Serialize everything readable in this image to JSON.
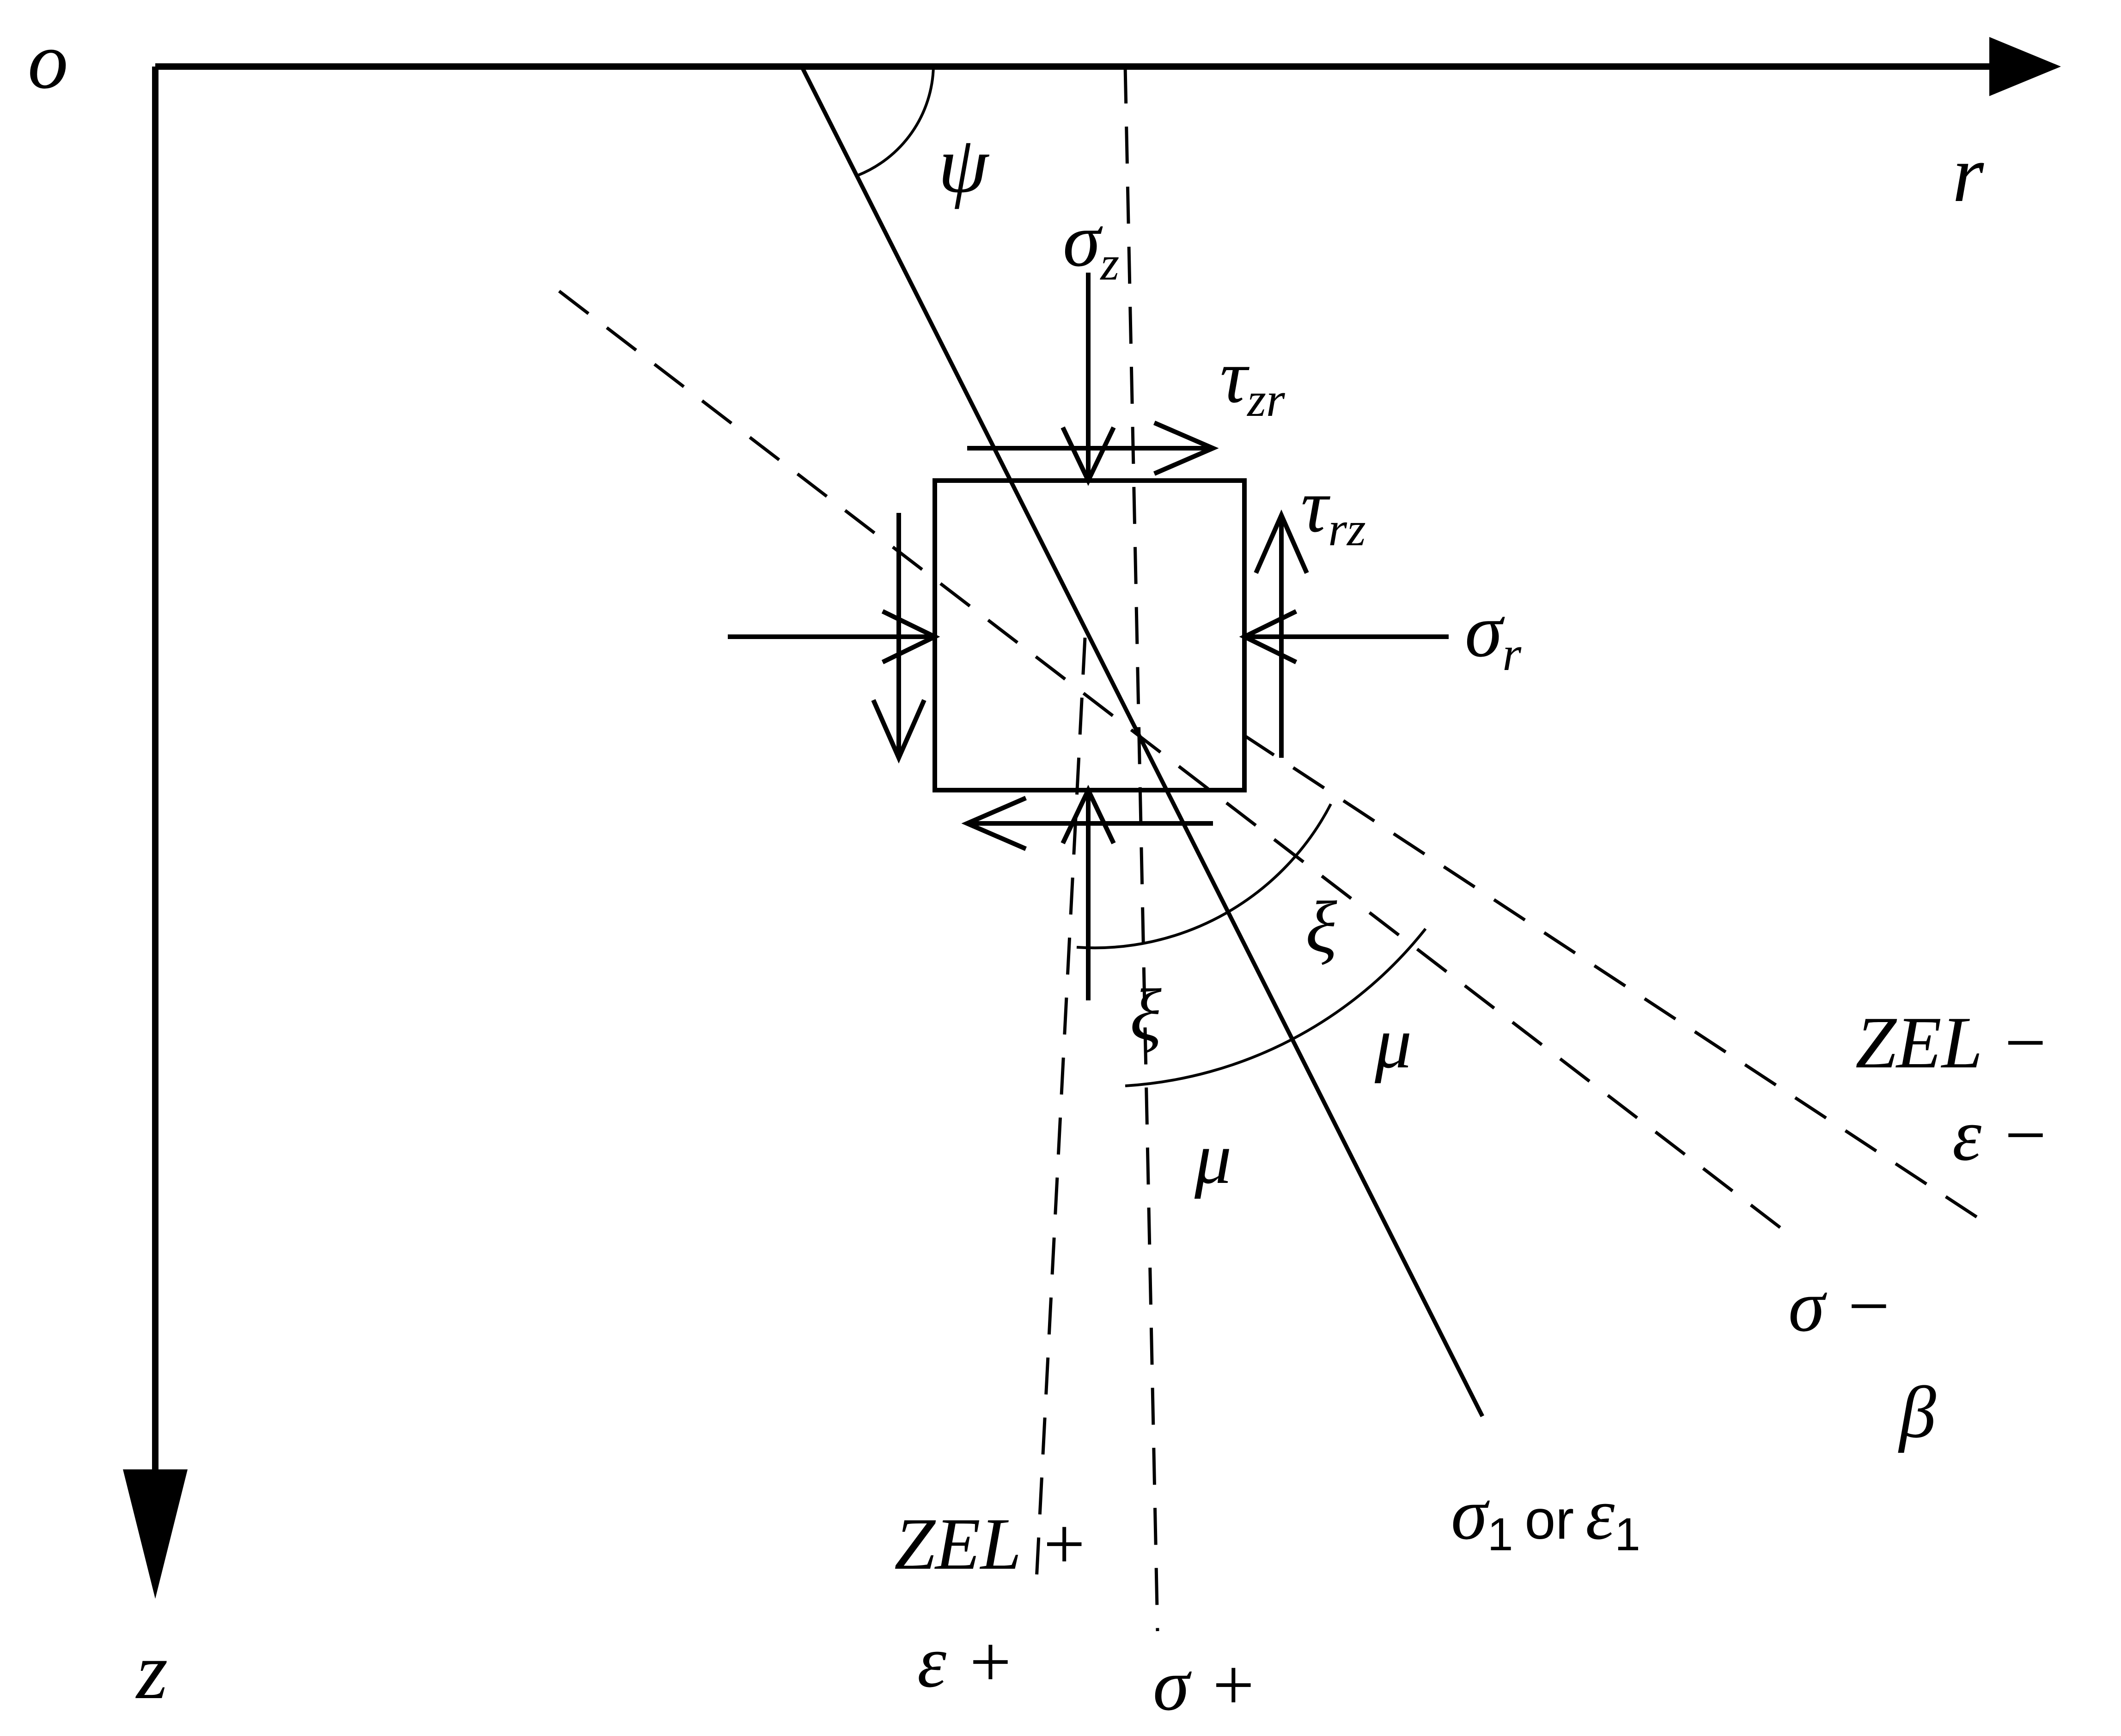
{
  "axes": {
    "origin": "o",
    "horizontal": "r",
    "vertical": "z"
  },
  "angle_labels": {
    "psi": "ψ",
    "xi_upper": "ξ",
    "xi_lower": "ξ",
    "mu_upper": "μ",
    "mu_lower": "μ"
  },
  "stress_labels": {
    "sigma_z": {
      "base": "σ",
      "sub": "z"
    },
    "tau_zr": {
      "base": "τ",
      "sub": "zr"
    },
    "tau_rz": {
      "base": "τ",
      "sub": "rz"
    },
    "sigma_r": {
      "base": "σ",
      "sub": "r"
    }
  },
  "line_labels": {
    "zel_minus": "ZEL −",
    "eps_minus": "ε −",
    "sigma_minus": "σ −",
    "beta": "β",
    "sigma1_or_eps1": {
      "sigma": "σ",
      "sub1": "1",
      "or": "or",
      "eps": "ε",
      "sub2": "1"
    },
    "zel_plus": "ZEL +",
    "eps_plus": "ε +",
    "sigma_plus": "σ +"
  },
  "colors": {
    "ink": "#000000",
    "background": "#ffffff"
  }
}
